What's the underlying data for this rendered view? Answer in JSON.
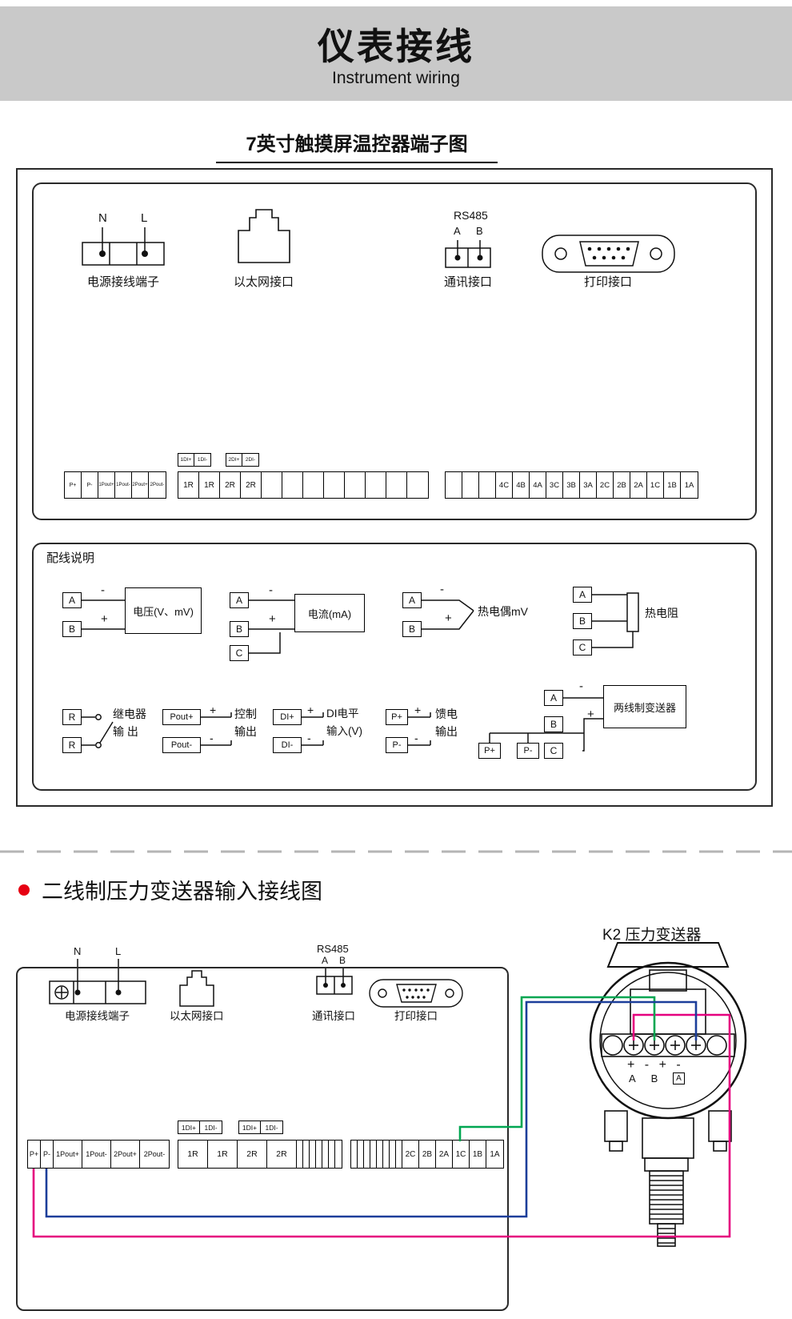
{
  "colors": {
    "accent_red": "#e60012",
    "wire_magenta": "#e5007e",
    "wire_green": "#00a651",
    "wire_blue": "#1c3e9a"
  },
  "banner": {
    "cn": "仪表接线",
    "en": "Instrument wiring"
  },
  "s1": {
    "title": "7英寸触摸屏温控器端子图",
    "n": "N",
    "l": "L",
    "a": "A",
    "b": "B",
    "power": "电源接线端子",
    "eth": "以太网接口",
    "rs485": "RS485",
    "comm": "通讯接口",
    "print": "打印接口",
    "left": [
      "P+",
      "P-",
      "1Pout+",
      "1Pout-",
      "2Pout+",
      "2Pout-"
    ],
    "di1": [
      "1DI+",
      "1DI-"
    ],
    "di2": [
      "2DI+",
      "2DI-"
    ],
    "mid": [
      "1R",
      "1R",
      "2R",
      "2R"
    ],
    "right": [
      "4C",
      "4B",
      "4A",
      "3C",
      "3B",
      "3A",
      "2C",
      "2B",
      "2A",
      "1C",
      "1B",
      "1A"
    ]
  },
  "w": {
    "title": "配线说明",
    "a": "A",
    "b": "B",
    "c": "C",
    "r": "R",
    "plus": "+",
    "minus": "-",
    "voltage": "电压(V、mV)",
    "current": "电流(mA)",
    "tc": "热电偶mV",
    "rtd": "热电阻",
    "relay1": "继电器",
    "relay2": "输  出",
    "pout1": "Pout+",
    "pout2": "Pout-",
    "ctrl1": "控制",
    "ctrl2": "输出",
    "di1": "DI+",
    "di2": "DI-",
    "dil1": "DI电平",
    "dil2": "输入(V)",
    "p1": "P+",
    "p2": "P-",
    "feed1": "馈电",
    "feed2": "输出",
    "two": "两线制变送器"
  },
  "s2": {
    "title": "二线制压力变送器输入接线图",
    "k2": "K2  压力变送器",
    "n": "N",
    "l": "L",
    "a": "A",
    "b": "B",
    "power": "电源接线端子",
    "eth": "以太网接口",
    "rs485": "RS485",
    "comm": "通讯接口",
    "print": "打印接口",
    "left": [
      "P+",
      "P-",
      "1Pout+",
      "1Pout-",
      "2Pout+",
      "2Pout-"
    ],
    "di1": [
      "1DI+",
      "1DI-"
    ],
    "di2": [
      "1DI+",
      "1DI-"
    ],
    "mid": [
      "1R",
      "1R",
      "2R",
      "2R"
    ],
    "right": [
      "2C",
      "2B",
      "2A",
      "1C",
      "1B",
      "1A"
    ],
    "pm": "+ - + -",
    "ab": "A B",
    "a2": "A"
  }
}
